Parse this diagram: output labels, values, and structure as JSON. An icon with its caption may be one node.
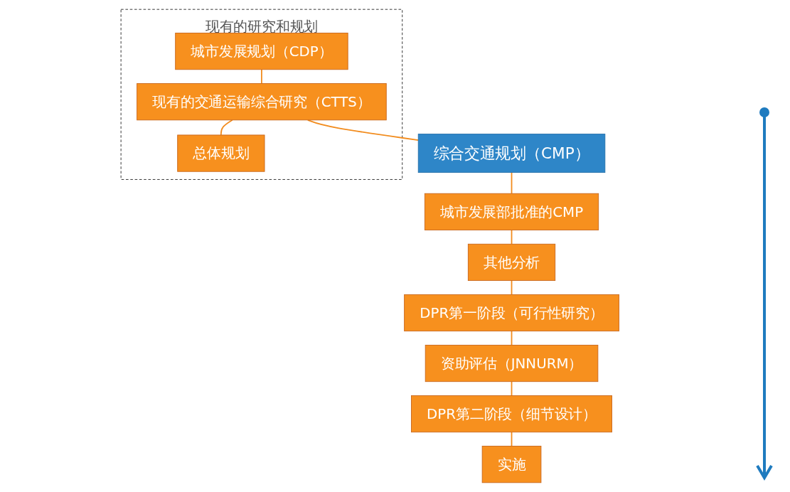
{
  "diagram": {
    "nodes": [
      {
        "text": [
          "现有的研究和规划"
        ]
      },
      {
        "text": [
          "城市发展规划（CDP）"
        ],
        "in": 0
      },
      {
        "text": [
          "现有的交通运输综合研究（CTTS）"
        ],
        "in": 0
      },
      {
        "text": [
          "总体规划"
        ],
        "in": 0
      },
      {
        "text": [
          "综合交通规划（CMP）"
        ]
      },
      {
        "text": [
          "城市发展部批准的CMP"
        ]
      },
      {
        "text": [
          "其他分析"
        ]
      },
      {
        "text": [
          "DPR第一阶段（可行性研究）"
        ]
      },
      {
        "text": [
          "资助评估（JNNURM）"
        ]
      },
      {
        "text": [
          "DPR第二阶段（细节设计）"
        ]
      },
      {
        "text": [
          "实施"
        ]
      }
    ],
    "edges": [
      {
        "from": 1,
        "to": 2,
        "arrow": "none"
      },
      {
        "from": 2,
        "to": 3,
        "arrow": "none"
      },
      {
        "from": 2,
        "to": 4,
        "arrow": "none"
      },
      {
        "from": 4,
        "to": 5,
        "arrow": "none"
      },
      {
        "from": 5,
        "to": 6,
        "arrow": "none"
      },
      {
        "from": 6,
        "to": 7,
        "arrow": "none"
      },
      {
        "from": 7,
        "to": 8,
        "arrow": "none"
      },
      {
        "from": 8,
        "to": 9,
        "arrow": "none"
      },
      {
        "from": 9,
        "to": 10,
        "arrow": "none"
      }
    ]
  }
}
